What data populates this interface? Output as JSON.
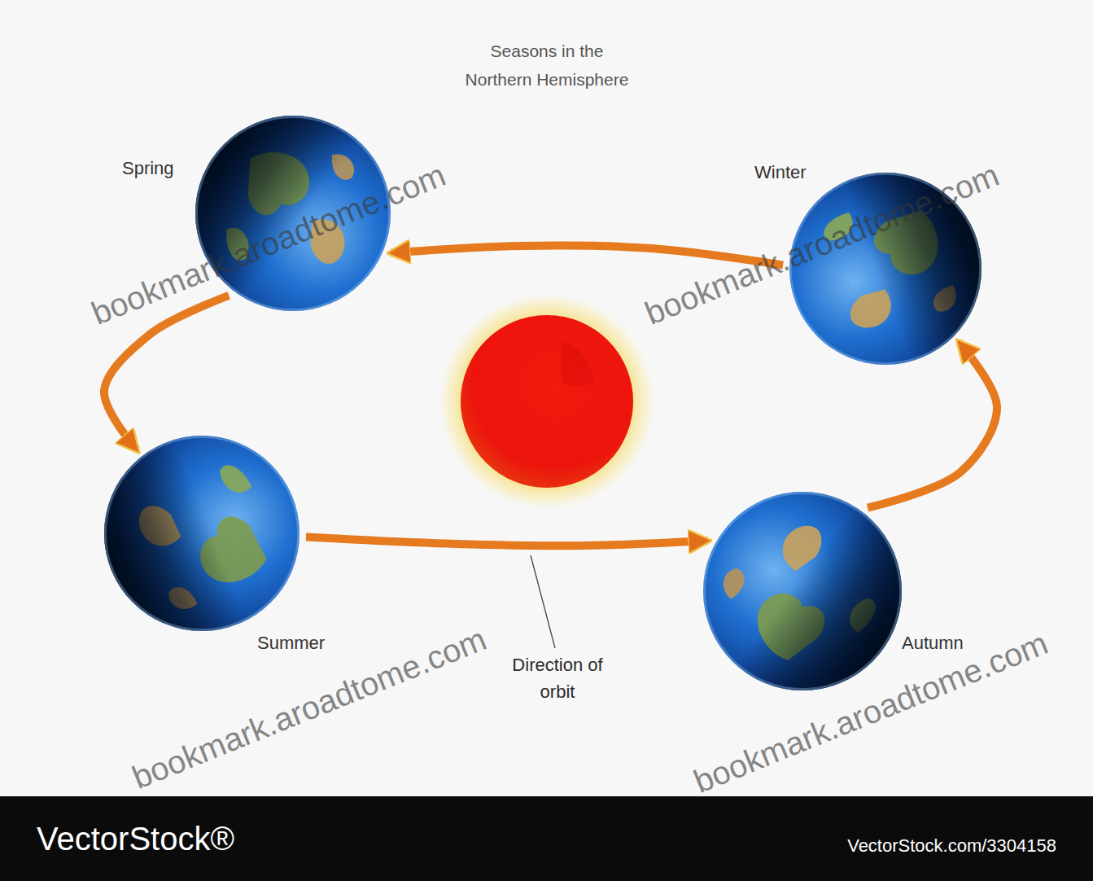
{
  "diagram": {
    "title": "Seasons in the Northern Hemisphere",
    "nodes": [
      {
        "text": [
          "Spring"
        ]
      },
      {
        "text": [
          "Winter"
        ]
      },
      {
        "text": [
          "Summer"
        ]
      },
      {
        "text": [
          "Autumn"
        ]
      }
    ],
    "edges": [
      {
        "from": 1,
        "to": 0,
        "arrow": "to"
      },
      {
        "from": 0,
        "to": 2,
        "arrow": "to"
      },
      {
        "from": 2,
        "to": 3,
        "arrow": "to"
      },
      {
        "from": 3,
        "to": 1,
        "arrow": "to"
      }
    ],
    "labels": [
      "Direction of orbit",
      "bookmark.aroadtome.com",
      "bookmark.aroadtome.com",
      "bookmark.aroadtome.com",
      "bookmark.aroadtome.com",
      "VectorStock®",
      "VectorStock.com/3304158"
    ]
  }
}
